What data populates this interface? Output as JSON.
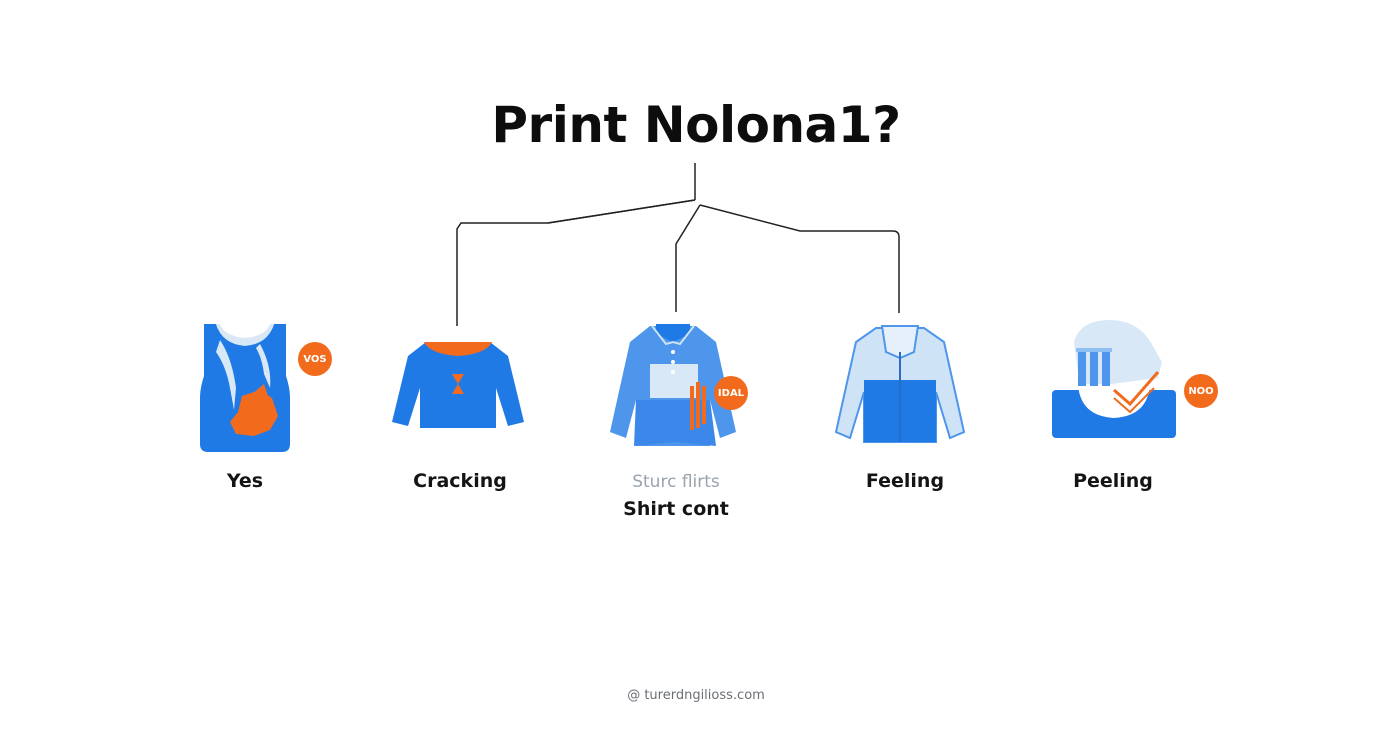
{
  "title": "Print Nolona1?",
  "nodes": [
    {
      "label": "Yes",
      "badge": "VOS",
      "icon": "tank-top-stained-icon"
    },
    {
      "label": "Cracking",
      "icon": "sweater-icon"
    },
    {
      "label": "Sturc flirts",
      "sublabel": "Shirt cont",
      "badge": "IDAL",
      "icon": "long-sleeve-shirt-icon"
    },
    {
      "label": "Feeling",
      "icon": "jacket-icon"
    },
    {
      "label": "Peeling",
      "badge": "NOO",
      "icon": "peeling-print-icon"
    }
  ],
  "footer": "@ turerdngilioss.com",
  "colors": {
    "blue": "#1f7ae6",
    "light_blue": "#cfe3f6",
    "orange": "#f26b1d",
    "line": "#222222"
  }
}
